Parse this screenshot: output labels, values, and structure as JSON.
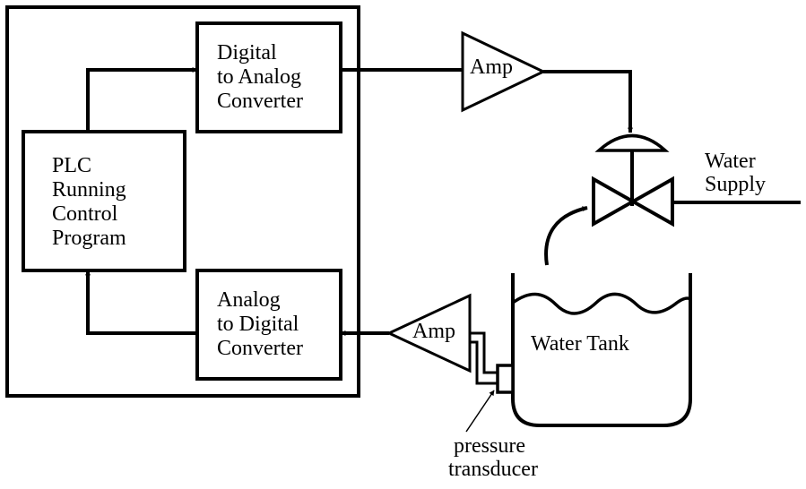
{
  "plc_box": {
    "lines": [
      "PLC",
      "Running",
      "Control",
      "Program"
    ]
  },
  "dac_box": {
    "lines": [
      "Digital",
      "to Analog",
      "Converter"
    ]
  },
  "adc_box": {
    "lines": [
      "Analog",
      "to Digital",
      "Converter"
    ]
  },
  "amp_output": {
    "label": "Amp"
  },
  "amp_input": {
    "label": "Amp"
  },
  "water_supply": {
    "lines": [
      "Water",
      "Supply"
    ]
  },
  "water_tank": {
    "label": "Water Tank"
  },
  "pressure_transducer": {
    "lines": [
      "pressure",
      "transducer"
    ]
  },
  "colors": {
    "stroke": "#000000",
    "background": "#ffffff"
  }
}
